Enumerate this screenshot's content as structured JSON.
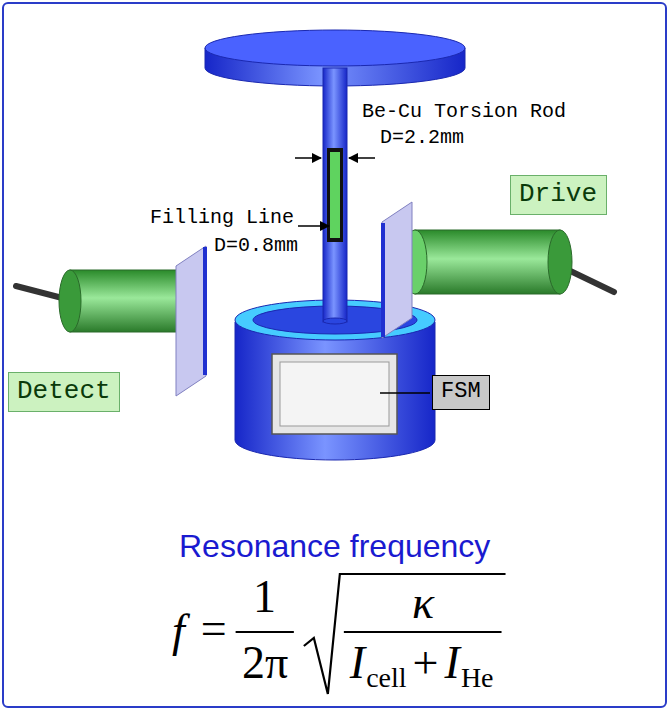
{
  "diagram": {
    "nodes": [
      {
        "text": [
          "Drive"
        ]
      },
      {
        "text": [
          "Detect"
        ]
      },
      {
        "text": [
          "FSM"
        ]
      }
    ],
    "labels": [
      "Be-Cu Torsion Rod",
      "D=2.2mm",
      "Filling Line",
      "D=0.8mm",
      "Resonance frequency",
      "f",
      "=",
      "1",
      "2π",
      "κ",
      "I",
      "cell",
      "+",
      "I",
      "He"
    ]
  }
}
